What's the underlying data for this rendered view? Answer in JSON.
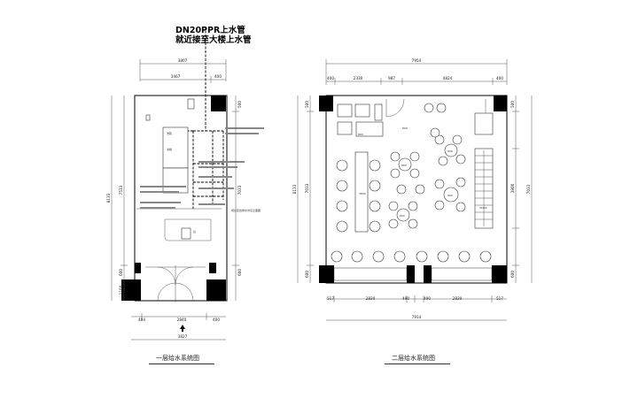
{
  "annotation": {
    "line1": "DN20PPR上水管",
    "line2": "就近接至大楼上水管"
  },
  "plan1": {
    "title": "一层给水系统图",
    "dims_top_total": "3807",
    "dims_top": [
      "3467",
      "400"
    ],
    "dims_left": [
      "7533",
      "600",
      "1160"
    ],
    "dims_right": [
      "500",
      "7033",
      "600"
    ],
    "overall_vertical": "8133",
    "dims_bottom": [
      "404",
      "2840",
      "400"
    ],
    "dims_bottom_total": "3827",
    "note_right": "吧台区给排水详见立面图"
  },
  "plan2": {
    "title": "二层给水系统图",
    "dims_top_total": "7954",
    "dims_top": [
      "400",
      "2330",
      "987",
      "4824",
      "400"
    ],
    "dims_left": [
      "500",
      "7033",
      "600"
    ],
    "overall_vertical": "8133",
    "dims_right": [
      "500",
      "3800",
      "7033",
      "600"
    ],
    "dims_bottom": [
      "517",
      "2820",
      "490",
      "490",
      "2820",
      "517"
    ],
    "dims_bottom_total": "7914",
    "table_labels": [
      "800",
      "800",
      "800",
      "800",
      "800",
      "800"
    ],
    "booth_label": "3800",
    "stair_label": "STAIR"
  }
}
